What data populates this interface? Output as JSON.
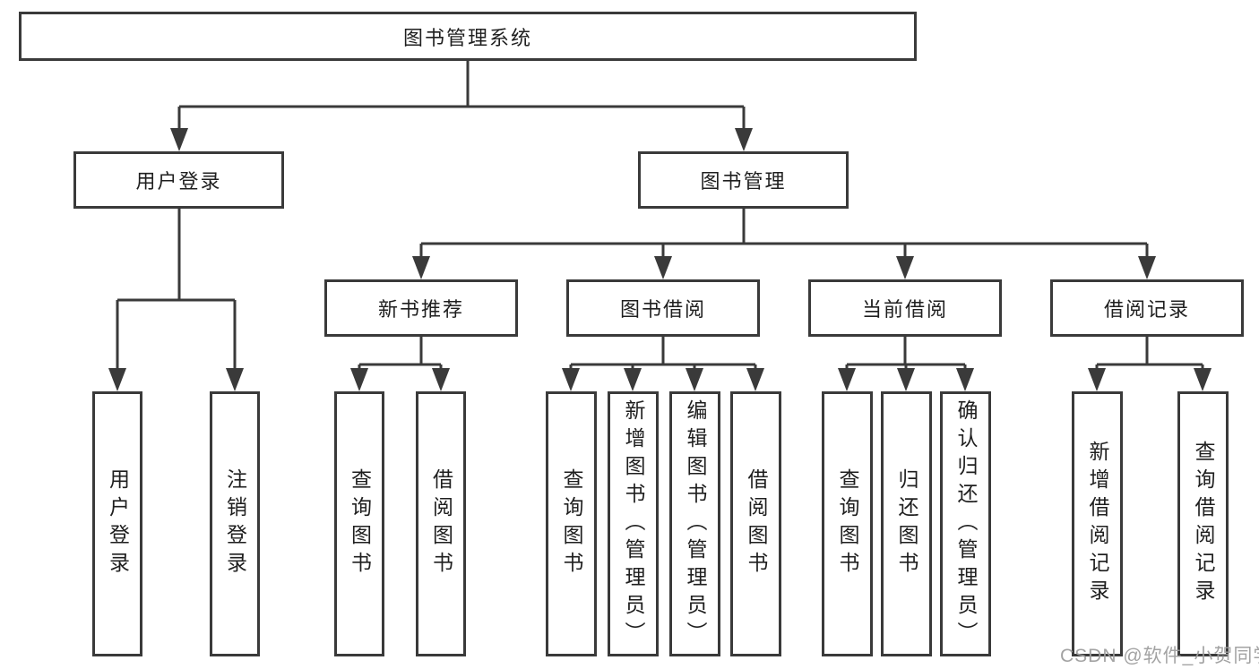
{
  "tree": {
    "label": "图书管理系统",
    "children": [
      {
        "label": "用户登录",
        "children": [
          {
            "label": "用户登录"
          },
          {
            "label": "注销登录"
          }
        ]
      },
      {
        "label": "图书管理",
        "children": [
          {
            "label": "新书推荐",
            "children": [
              {
                "label": "查询图书"
              },
              {
                "label": "借阅图书"
              }
            ]
          },
          {
            "label": "图书借阅",
            "children": [
              {
                "label": "查询图书"
              },
              {
                "label": "新增图书（管理员）"
              },
              {
                "label": "编辑图书（管理员）"
              },
              {
                "label": "借阅图书"
              }
            ]
          },
          {
            "label": "当前借阅",
            "children": [
              {
                "label": "查询图书"
              },
              {
                "label": "归还图书"
              },
              {
                "label": "确认归还（管理员）"
              }
            ]
          },
          {
            "label": "借阅记录",
            "children": [
              {
                "label": "新增借阅记录"
              },
              {
                "label": "查询借阅记录"
              }
            ]
          }
        ]
      }
    ]
  },
  "watermark": {
    "text": "CSDN @软件_小贺同学"
  },
  "colors": {
    "line": "#3a3a3a",
    "text": "#1f1f1f",
    "background": "#ffffff",
    "watermark": "#9e9e9e"
  }
}
